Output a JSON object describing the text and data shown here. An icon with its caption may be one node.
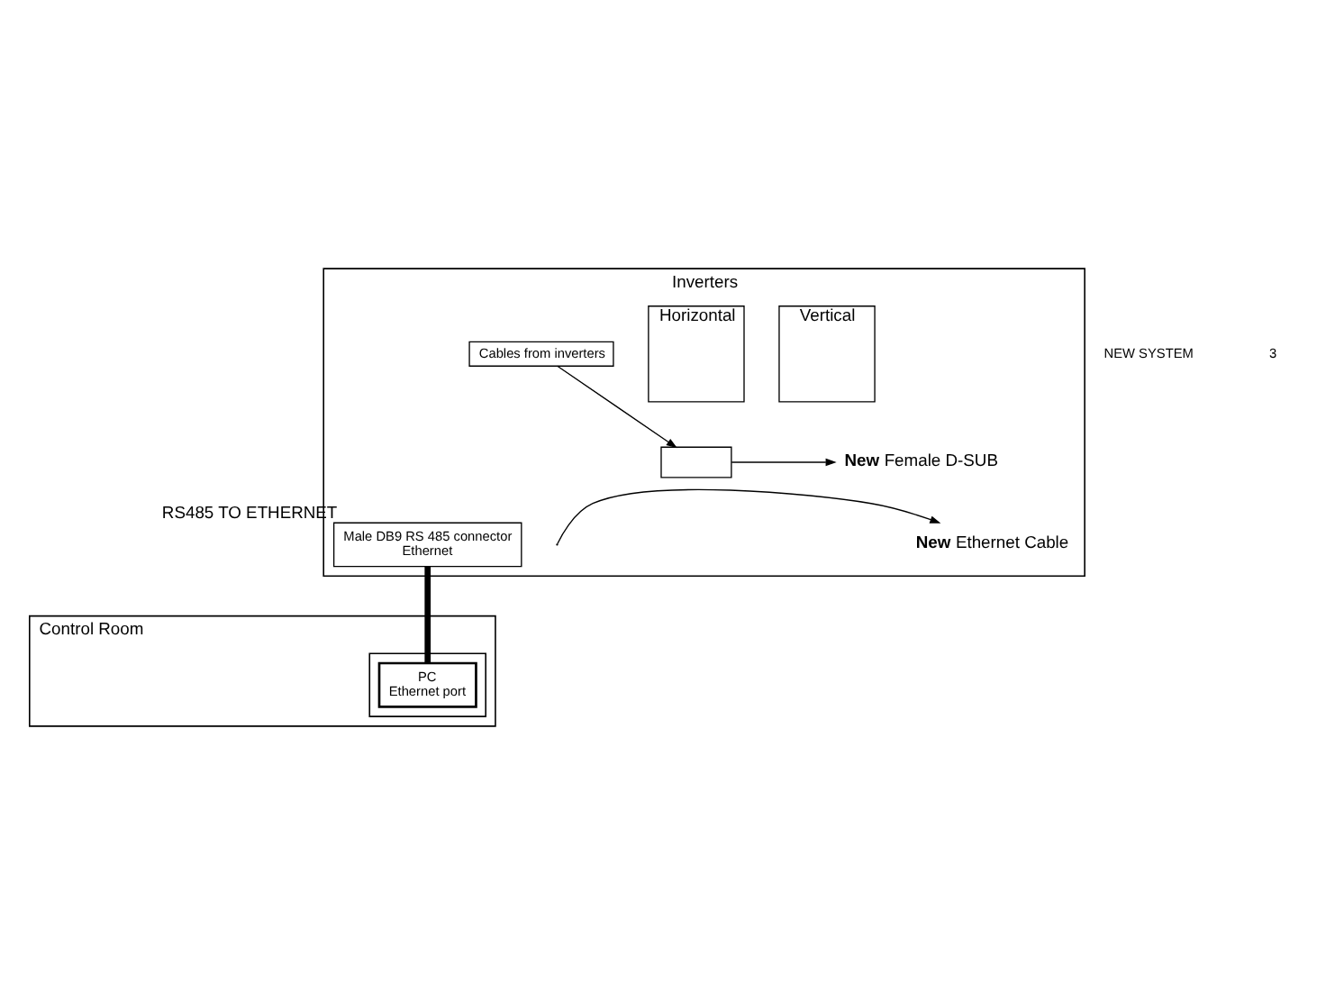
{
  "diagram": {
    "nodes": [
      {
        "text": [
          "Inverters"
        ]
      },
      {
        "text": [
          "Vertical"
        ],
        "in": 0
      },
      {
        "text": [
          "Horizontal"
        ],
        "in": 0
      },
      {
        "text": [
          "Cables from inverters"
        ],
        "in": 0
      },
      {
        "text": [],
        "shape": "box",
        "in": 0
      },
      {
        "text": [
          "Male DB9 RS 485 connector",
          "Ethernet"
        ],
        "beside": [
          "RS485 TO ETHERNET"
        ],
        "in": 0
      },
      {
        "text": [
          "**New** Female D-SUB"
        ],
        "in": 0
      },
      {
        "text": [
          "**New** Ethernet Cable"
        ],
        "in": 0
      },
      {
        "text": [
          "Control Room"
        ]
      },
      {
        "text": [],
        "shape": "box",
        "in": 8
      },
      {
        "text": [
          "PC",
          "Ethernet port"
        ],
        "in": 9
      }
    ],
    "edges": [
      {
        "from": 3,
        "to": 4,
        "arrow": "to"
      },
      {
        "from": 4,
        "to": 6,
        "arrow": "to"
      },
      {
        "from": null,
        "to": 7,
        "arrow": "to"
      },
      {
        "from": 5,
        "to": 10,
        "arrow": "none",
        "style": "thick"
      }
    ],
    "labels": [
      "NEW SYSTEM",
      "3"
    ]
  }
}
